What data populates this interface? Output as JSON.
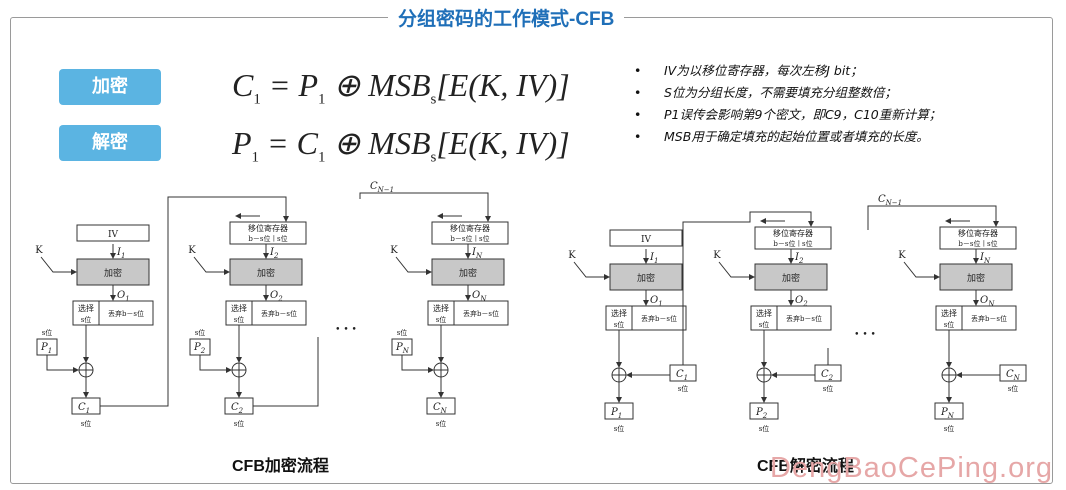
{
  "title": "分组密码的工作模式-CFB",
  "pills": {
    "encrypt": "加密",
    "decrypt": "解密"
  },
  "formulas": {
    "encrypt": {
      "lhs": "C",
      "lhs_sub": "1",
      "eq": " = ",
      "p": "P",
      "p_sub": "1",
      "rest": " ⊕ MSB",
      "rest_sub": "s",
      "tail": "[E(K, IV)]"
    },
    "decrypt": {
      "lhs": "P",
      "lhs_sub": "1",
      "eq": " = ",
      "p": "C",
      "p_sub": "1",
      "rest": " ⊕ MSB",
      "rest_sub": "s",
      "tail": "[E(K, IV)]"
    }
  },
  "notes": [
    "IV为以移位寄存器，每次左移J bit；",
    "S位为分组长度，不需要填充分组整数倍；",
    "P1误传会影响第9个密文，即C9，C10重新计算；",
    "MSB用于确定填充的起始位置或者填充的长度。"
  ],
  "diagram_labels": {
    "iv": "IV",
    "k": "K",
    "encrypt_box": "加密",
    "shift_reg_line1": "移位寄存器",
    "shift_reg_line2": "b－s位 ∣ s位",
    "select": "选择",
    "s_bits": "s位",
    "discard": "丢弃b－s位",
    "s_unit": "s位",
    "ellipsis": "• • •",
    "cn_minus_1": "C",
    "cn_minus_1_sub": "N−1",
    "i_labels": [
      "I",
      "I",
      "I"
    ],
    "i_subs": [
      "1",
      "2",
      "N"
    ],
    "o_labels": [
      "O",
      "O",
      "O"
    ],
    "o_subs": [
      "1",
      "2",
      "N"
    ],
    "p_labels": [
      "P",
      "P",
      "P"
    ],
    "p_subs": [
      "1",
      "2",
      "N"
    ],
    "c_labels": [
      "C",
      "C",
      "C"
    ],
    "c_subs": [
      "1",
      "2",
      "N"
    ]
  },
  "captions": {
    "encrypt": "CFB加密流程",
    "decrypt": "CFB解密流程"
  },
  "watermark": "DengBaoCePing.org",
  "colors": {
    "title": "#1f6fb8",
    "pill": "#5bb4e2",
    "box_fill": "#c8c8c8",
    "watermark": "#e6a7a7"
  }
}
